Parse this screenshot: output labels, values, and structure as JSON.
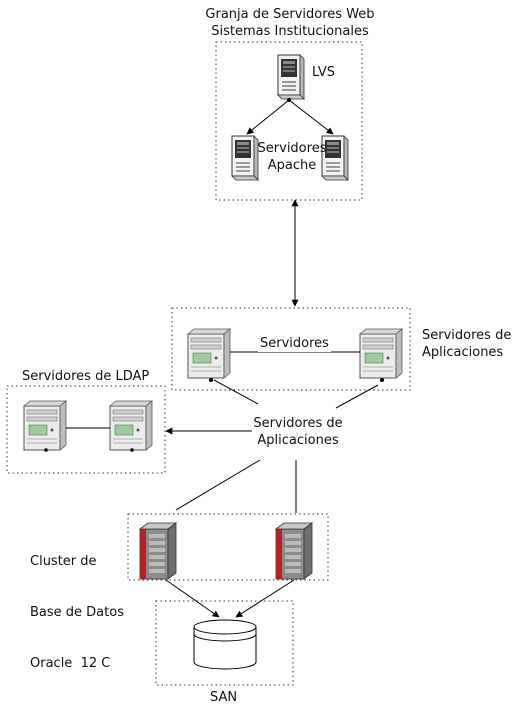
{
  "web_farm": {
    "title_line1": "Granja de Servidores Web",
    "title_line2": "Sistemas Institucionales",
    "lvs_label": "LVS",
    "apache_line1": "Servidores",
    "apache_line2": "Apache"
  },
  "app_servers": {
    "inner_label": "Servidores",
    "side_label_line1": "Servidores de",
    "side_label_line2": "Aplicaciones",
    "center_label_line1": "Servidores de",
    "center_label_line2": "Aplicaciones"
  },
  "ldap": {
    "title": "Servidores de LDAP"
  },
  "database": {
    "label_line1": "Cluster de",
    "label_line2": "Base de Datos",
    "label_line3": "Oracle  12 C"
  },
  "san": {
    "label": "SAN"
  },
  "colors": {
    "oracle_red": "#b22222",
    "server_gray": "#e6e6e6",
    "line": "#000000"
  },
  "icons": {
    "tower_server": "tower-server-icon",
    "rack_server": "rack-server-icon",
    "oracle_server": "oracle-server-icon",
    "storage": "storage-cylinder-icon"
  }
}
